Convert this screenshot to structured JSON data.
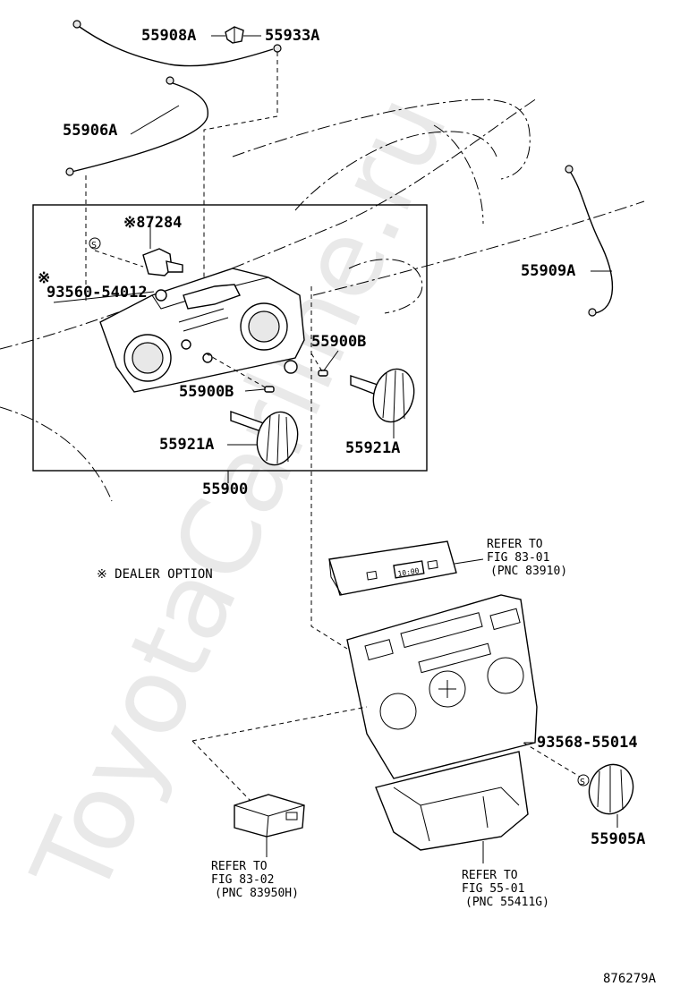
{
  "watermark": "ToyotaCarline.ru",
  "parts": {
    "p55908A": "55908A",
    "p55933A": "55933A",
    "p55906A": "55906A",
    "p87284": "※87284",
    "p93560_mark": "※",
    "p93560": "93560-54012",
    "p55909A": "55909A",
    "p55900B_right": "55900B",
    "p55900B_left": "55900B",
    "p55921A_left": "55921A",
    "p55921A_right": "55921A",
    "p55900": "55900",
    "p93568": "93568-55014",
    "p55905A": "55905A"
  },
  "legend": {
    "dealer_option": "※ DEALER OPTION"
  },
  "refs": {
    "ref1": {
      "line1": "REFER TO",
      "line2": "FIG 83-01",
      "line3": "(PNC 83910)"
    },
    "ref2": {
      "line1": "REFER TO",
      "line2": "FIG 83-02",
      "line3": "(PNC 83950H)"
    },
    "ref3": {
      "line1": "REFER TO",
      "line2": "FIG 55-01",
      "line3": "(PNC 55411G)"
    }
  },
  "display_readout": "10:00",
  "diagram_id": "876279A",
  "screw_symbol": "S"
}
